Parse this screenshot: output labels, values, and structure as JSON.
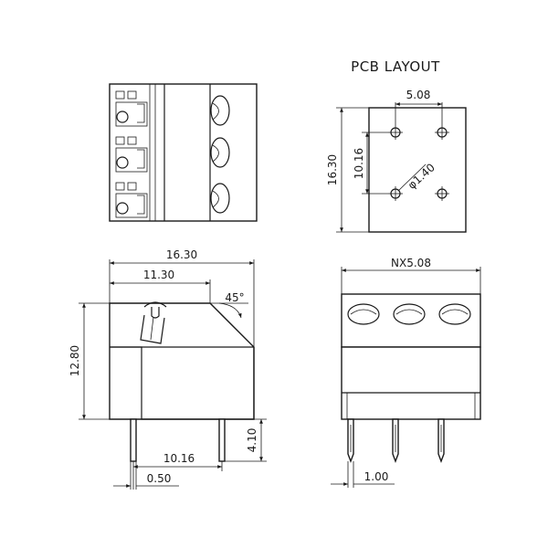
{
  "title": "PCB LAYOUT",
  "dimensions": {
    "pcb_pitch": "5.08",
    "pcb_height": "16.30",
    "pcb_row_spacing": "10.16",
    "pcb_hole_dia": "φ1.40",
    "side_width": "16.30",
    "side_top": "11.30",
    "side_angle": "45°",
    "side_height": "12.80",
    "pin_length": "4.10",
    "pin_spacing": "10.16",
    "pin_thickness": "0.50",
    "front_width": "NX5.08",
    "front_pin_width": "1.00"
  }
}
